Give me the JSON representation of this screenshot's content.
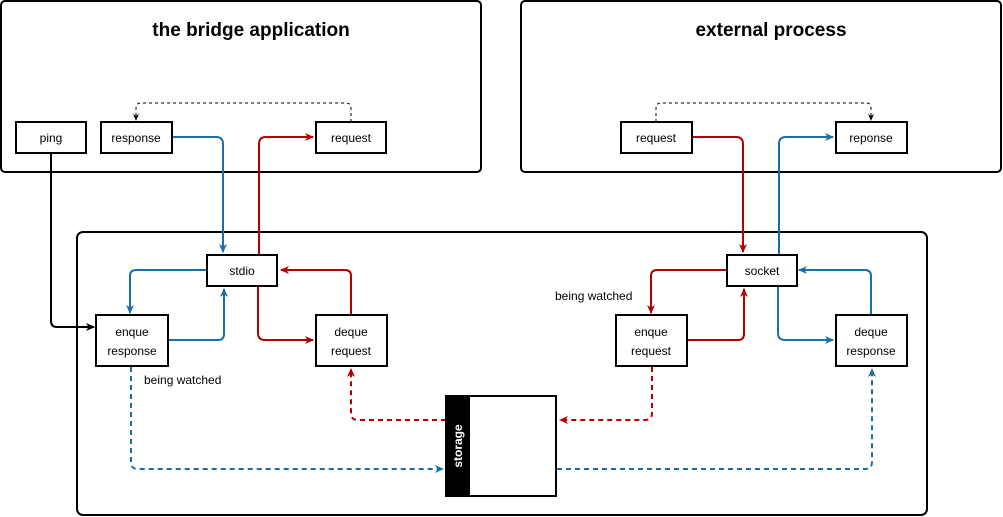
{
  "containers": {
    "bridge": {
      "title": "the bridge application"
    },
    "external": {
      "title": "external process"
    },
    "middle": {}
  },
  "nodes": {
    "ping": "ping",
    "bridge_response": "response",
    "bridge_request": "request",
    "ext_request": "request",
    "ext_response": "reponse",
    "stdio": "stdio",
    "socket": "socket",
    "enque_response": [
      "enque",
      "response"
    ],
    "deque_request": [
      "deque",
      "request"
    ],
    "enque_request": [
      "enque",
      "request"
    ],
    "deque_response": [
      "deque",
      "response"
    ]
  },
  "storage": {
    "label": "storage"
  },
  "annotations": {
    "watched_left": "being watched",
    "watched_right": "being watched"
  },
  "colors": {
    "request_flow": "#b20000",
    "response_flow": "#1b6fa8",
    "ping_flow": "#000000",
    "storage_bar": "#000000"
  }
}
